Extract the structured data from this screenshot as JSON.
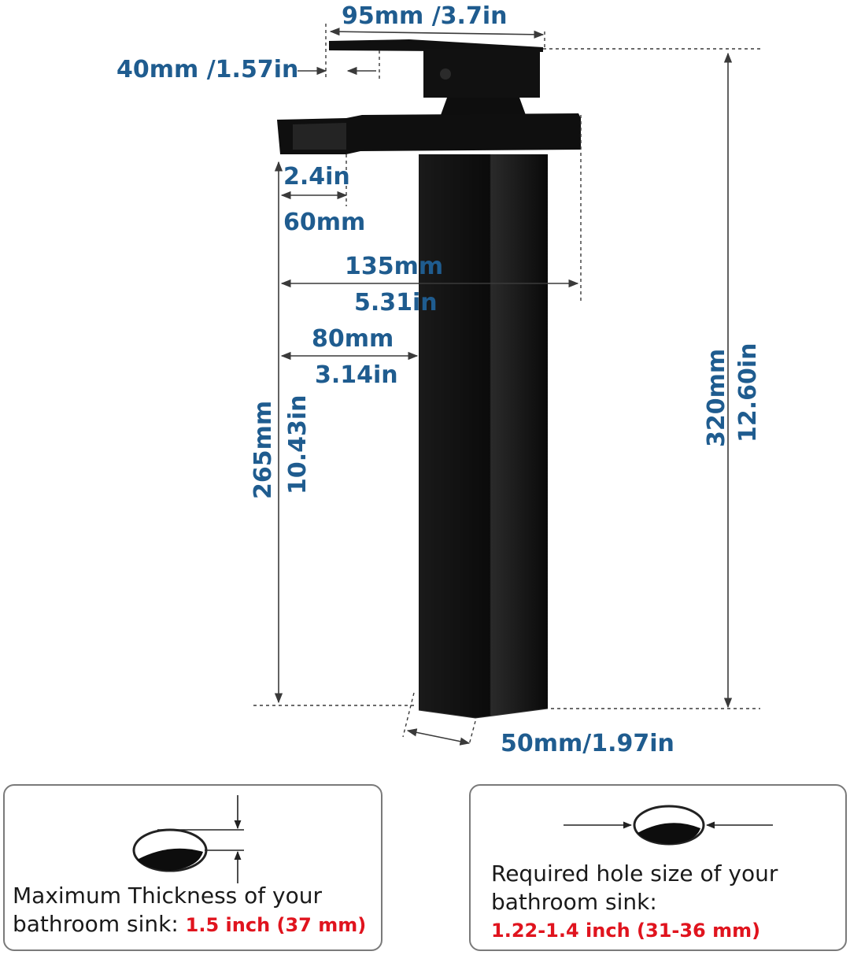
{
  "dimensions": {
    "top_width": "95mm /3.7in",
    "handle_offset": "40mm /1.57in",
    "spout_depth_in": "2.4in",
    "spout_depth_mm": "60mm",
    "total_reach_mm": "135mm",
    "total_reach_in": "5.31in",
    "reach_base_mm": "80mm",
    "reach_base_in": "3.14in",
    "spout_height_mm": "265mm",
    "spout_height_in": "10.43in",
    "total_height_mm": "320mm",
    "total_height_in": "12.60in",
    "base_width": "50mm/1.97in"
  },
  "info_left": {
    "line1": "Maximum Thickness of your",
    "line2": "bathroom sink: ",
    "value": "1.5 inch (37 mm)"
  },
  "info_right": {
    "line1": "Required hole size of your",
    "line2": "bathroom sink:",
    "value": "1.22-1.4 inch (31-36 mm)"
  },
  "colors": {
    "dimension_text": "#1f5c8f",
    "highlight_value": "#e0141e",
    "faucet_body": "#0d0d0d"
  }
}
